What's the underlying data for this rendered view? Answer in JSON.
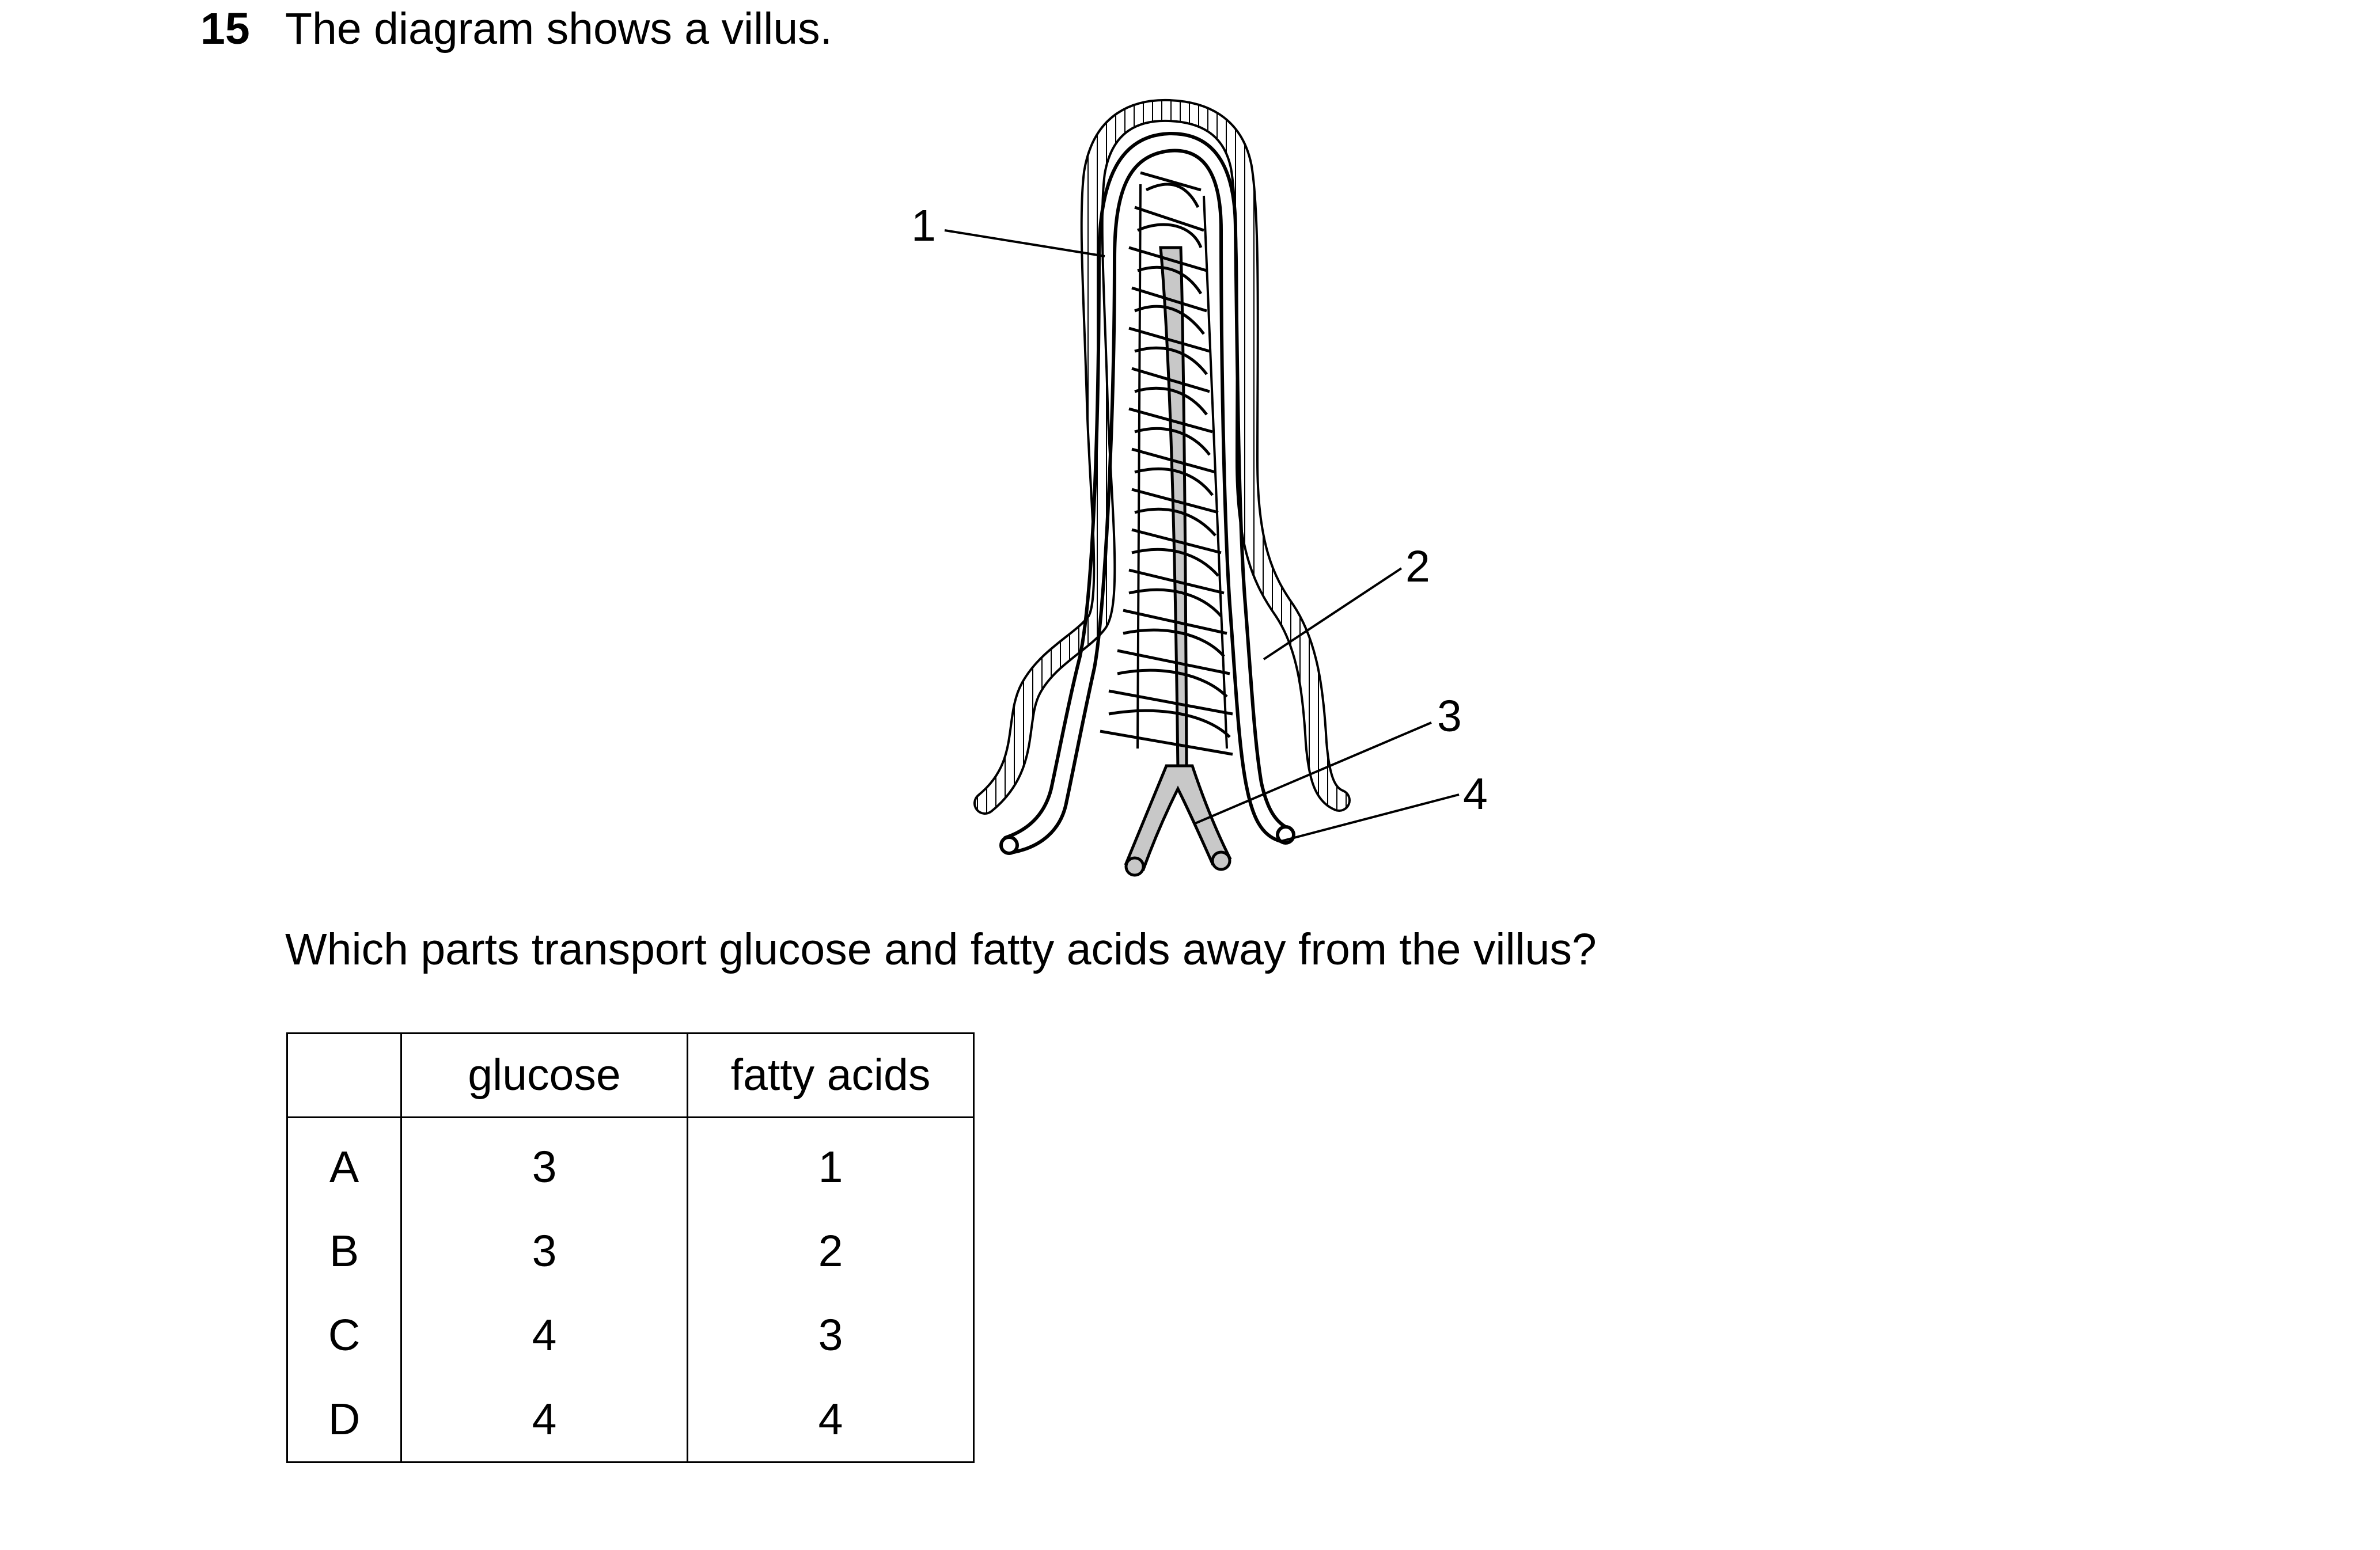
{
  "question": {
    "number": "15",
    "stem": "The diagram shows a villus.",
    "prompt": "Which parts transport glucose and fatty acids away from the villus?"
  },
  "diagram": {
    "labels": [
      "1",
      "2",
      "3",
      "4"
    ]
  },
  "answer_table": {
    "headers": [
      "",
      "glucose",
      "fatty acids"
    ],
    "rows": [
      {
        "option": "A",
        "glucose": "3",
        "fatty_acids": "1"
      },
      {
        "option": "B",
        "glucose": "3",
        "fatty_acids": "2"
      },
      {
        "option": "C",
        "glucose": "4",
        "fatty_acids": "3"
      },
      {
        "option": "D",
        "glucose": "4",
        "fatty_acids": "4"
      }
    ]
  }
}
